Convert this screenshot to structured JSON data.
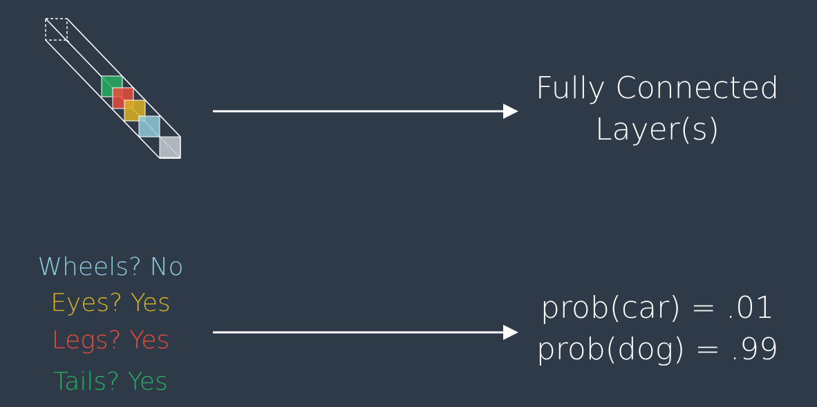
{
  "colors": {
    "background": "#2f3a48",
    "line": "#ffffff",
    "green": "#27ae60",
    "red": "#e74c3c",
    "yellow": "#d9b226",
    "blue": "#8fc9dc",
    "gray": "#c7ccd3"
  },
  "fc_layer": {
    "line1": "Fully Connected",
    "line2": "Layer(s)"
  },
  "features": [
    {
      "label": "Wheels? No",
      "color": "#8fc9dc"
    },
    {
      "label": "Eyes? Yes",
      "color": "#d9b226"
    },
    {
      "label": "Legs? Yes",
      "color": "#e74c3c"
    },
    {
      "label": "Tails? Yes",
      "color": "#27ae60"
    }
  ],
  "probabilities": [
    {
      "label": "prob(car) = .01"
    },
    {
      "label": "prob(dog) = .99"
    }
  ],
  "vector_cells": [
    {
      "name": "green",
      "color": "#27ae60"
    },
    {
      "name": "red",
      "color": "#e74c3c"
    },
    {
      "name": "yellow",
      "color": "#d9b226"
    },
    {
      "name": "blue",
      "color": "#8fc9dc"
    },
    {
      "name": "gray",
      "color": "#c7ccd3"
    }
  ]
}
